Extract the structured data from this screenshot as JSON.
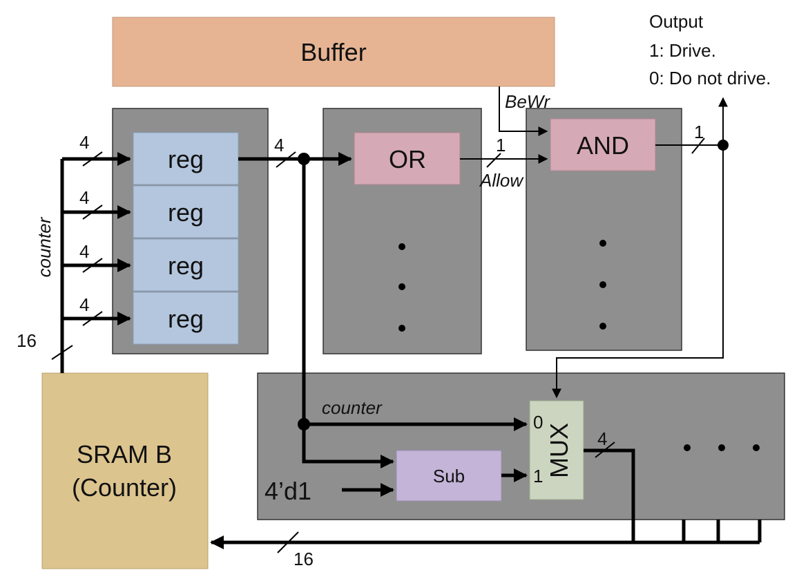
{
  "blocks": {
    "buffer": "Buffer",
    "reg": [
      "reg",
      "reg",
      "reg",
      "reg"
    ],
    "or": "OR",
    "and": "AND",
    "sub": "Sub",
    "mux": "MUX",
    "sram_line1": "SRAM B",
    "sram_line2": "(Counter)"
  },
  "signals": {
    "counter_vertical": "counter",
    "counter_mux": "counter",
    "bewr": "BeWr",
    "allow": "Allow",
    "const_one": "4’d1"
  },
  "bus_widths": {
    "reg_inputs": [
      "4",
      "4",
      "4",
      "4"
    ],
    "reg_output": "4",
    "or_output": "1",
    "and_output": "1",
    "sram_output": "16",
    "mux_output": "4",
    "feedback": "16"
  },
  "mux_inputs": {
    "in0": "0",
    "in1": "1"
  },
  "output_note": {
    "line1": "Output",
    "line2": "1: Drive.",
    "line3": "0: Do not drive."
  },
  "colors": {
    "buffer": "#e6b493",
    "reg": "#b3c6dd",
    "or_and": "#d6a9b6",
    "sub": "#c3b4d8",
    "mux": "#ccd5c0",
    "sram": "#dcc48e",
    "panel": "#8f8f8f"
  }
}
